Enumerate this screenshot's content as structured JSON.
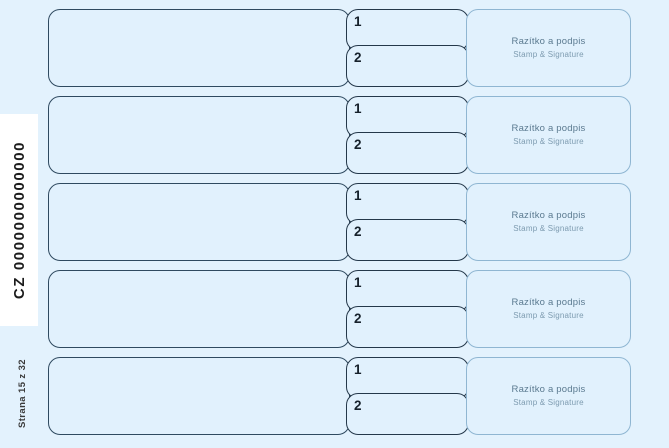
{
  "page": {
    "background_color": "#e3f2fd",
    "cell_fill_color": "#e1f1fd",
    "border_color": "#2f4a60",
    "stamp_text_color": "#5b7a90"
  },
  "left_gutter": {
    "code_label": "CZ 0000000000000",
    "page_label": "Strana 15 z 32"
  },
  "rows": [
    {
      "main_value": "",
      "entries": [
        {
          "number": "1",
          "value": ""
        },
        {
          "number": "2",
          "value": ""
        }
      ],
      "stamp": {
        "line1": "Razítko a podpis",
        "line2": "Stamp & Signature"
      }
    },
    {
      "main_value": "",
      "entries": [
        {
          "number": "1",
          "value": ""
        },
        {
          "number": "2",
          "value": ""
        }
      ],
      "stamp": {
        "line1": "Razítko a podpis",
        "line2": "Stamp & Signature"
      }
    },
    {
      "main_value": "",
      "entries": [
        {
          "number": "1",
          "value": ""
        },
        {
          "number": "2",
          "value": ""
        }
      ],
      "stamp": {
        "line1": "Razítko a podpis",
        "line2": "Stamp & Signature"
      }
    },
    {
      "main_value": "",
      "entries": [
        {
          "number": "1",
          "value": ""
        },
        {
          "number": "2",
          "value": ""
        }
      ],
      "stamp": {
        "line1": "Razítko a podpis",
        "line2": "Stamp & Signature"
      }
    },
    {
      "main_value": "",
      "entries": [
        {
          "number": "1",
          "value": ""
        },
        {
          "number": "2",
          "value": ""
        }
      ],
      "stamp": {
        "line1": "Razítko a podpis",
        "line2": "Stamp & Signature"
      }
    }
  ]
}
